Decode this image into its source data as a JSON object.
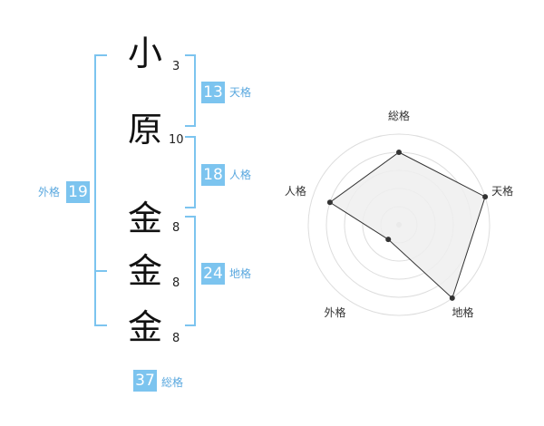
{
  "name": {
    "surname": [
      {
        "char": "小",
        "strokes": "3"
      },
      {
        "char": "原",
        "strokes": "10"
      }
    ],
    "given": [
      {
        "char": "金",
        "strokes": "8"
      },
      {
        "char": "金",
        "strokes": "8"
      },
      {
        "char": "金",
        "strokes": "8"
      }
    ]
  },
  "fortune": {
    "tenkaku": {
      "value": "13",
      "label": "天格"
    },
    "jinkaku": {
      "value": "18",
      "label": "人格"
    },
    "chikaku": {
      "value": "24",
      "label": "地格"
    },
    "gaikaku": {
      "value": "19",
      "label": "外格"
    },
    "soukaku": {
      "value": "37",
      "label": "総格"
    }
  },
  "colors": {
    "accent": "#7cc4ef",
    "accent_text": "#5aa8df",
    "grid": "#dddddd",
    "fill": "#eeeeee"
  },
  "chart_data": {
    "type": "radar",
    "axes": [
      "総格",
      "天格",
      "地格",
      "外格",
      "人格"
    ],
    "values": [
      4,
      5,
      5,
      1,
      4
    ],
    "rmax": 5,
    "grid": true
  }
}
